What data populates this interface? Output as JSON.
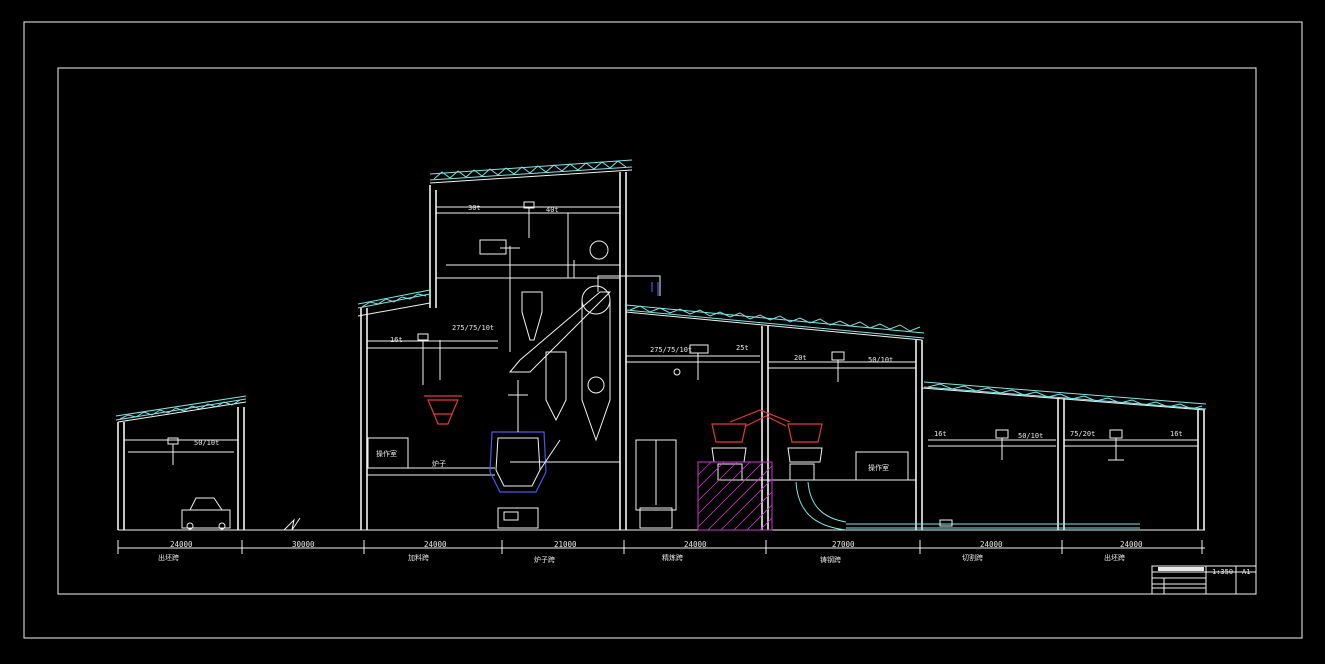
{
  "colors": {
    "background": "#000000",
    "lines": "#f2f2f2",
    "roof_truss": "#7fe6e6",
    "equipment_red": "#e23a3a",
    "equipment_blue": "#4a58e8",
    "hatch_magenta": "#c83cc8"
  },
  "dimensions": [
    "24000",
    "30000",
    "24000",
    "21000",
    "24000",
    "27000",
    "24000",
    "24000"
  ],
  "bays": [
    "出坯跨",
    "加料跨",
    "炉子跨",
    "精炼跨",
    "铸钢跨",
    "切割跨",
    "出坯跨"
  ],
  "cranes": [
    "50/10t",
    "275/75/10t",
    "40t",
    "275/75/10t",
    "50/10t",
    "50/10t",
    "75/20t"
  ],
  "crane_small": [
    "16t",
    "30t",
    "25t",
    "20t",
    "16t",
    "16t"
  ],
  "rooms": [
    "操作室",
    "操作室"
  ],
  "misc_labels": [
    "炉子"
  ],
  "title_block": [
    "1:350",
    "A1"
  ]
}
